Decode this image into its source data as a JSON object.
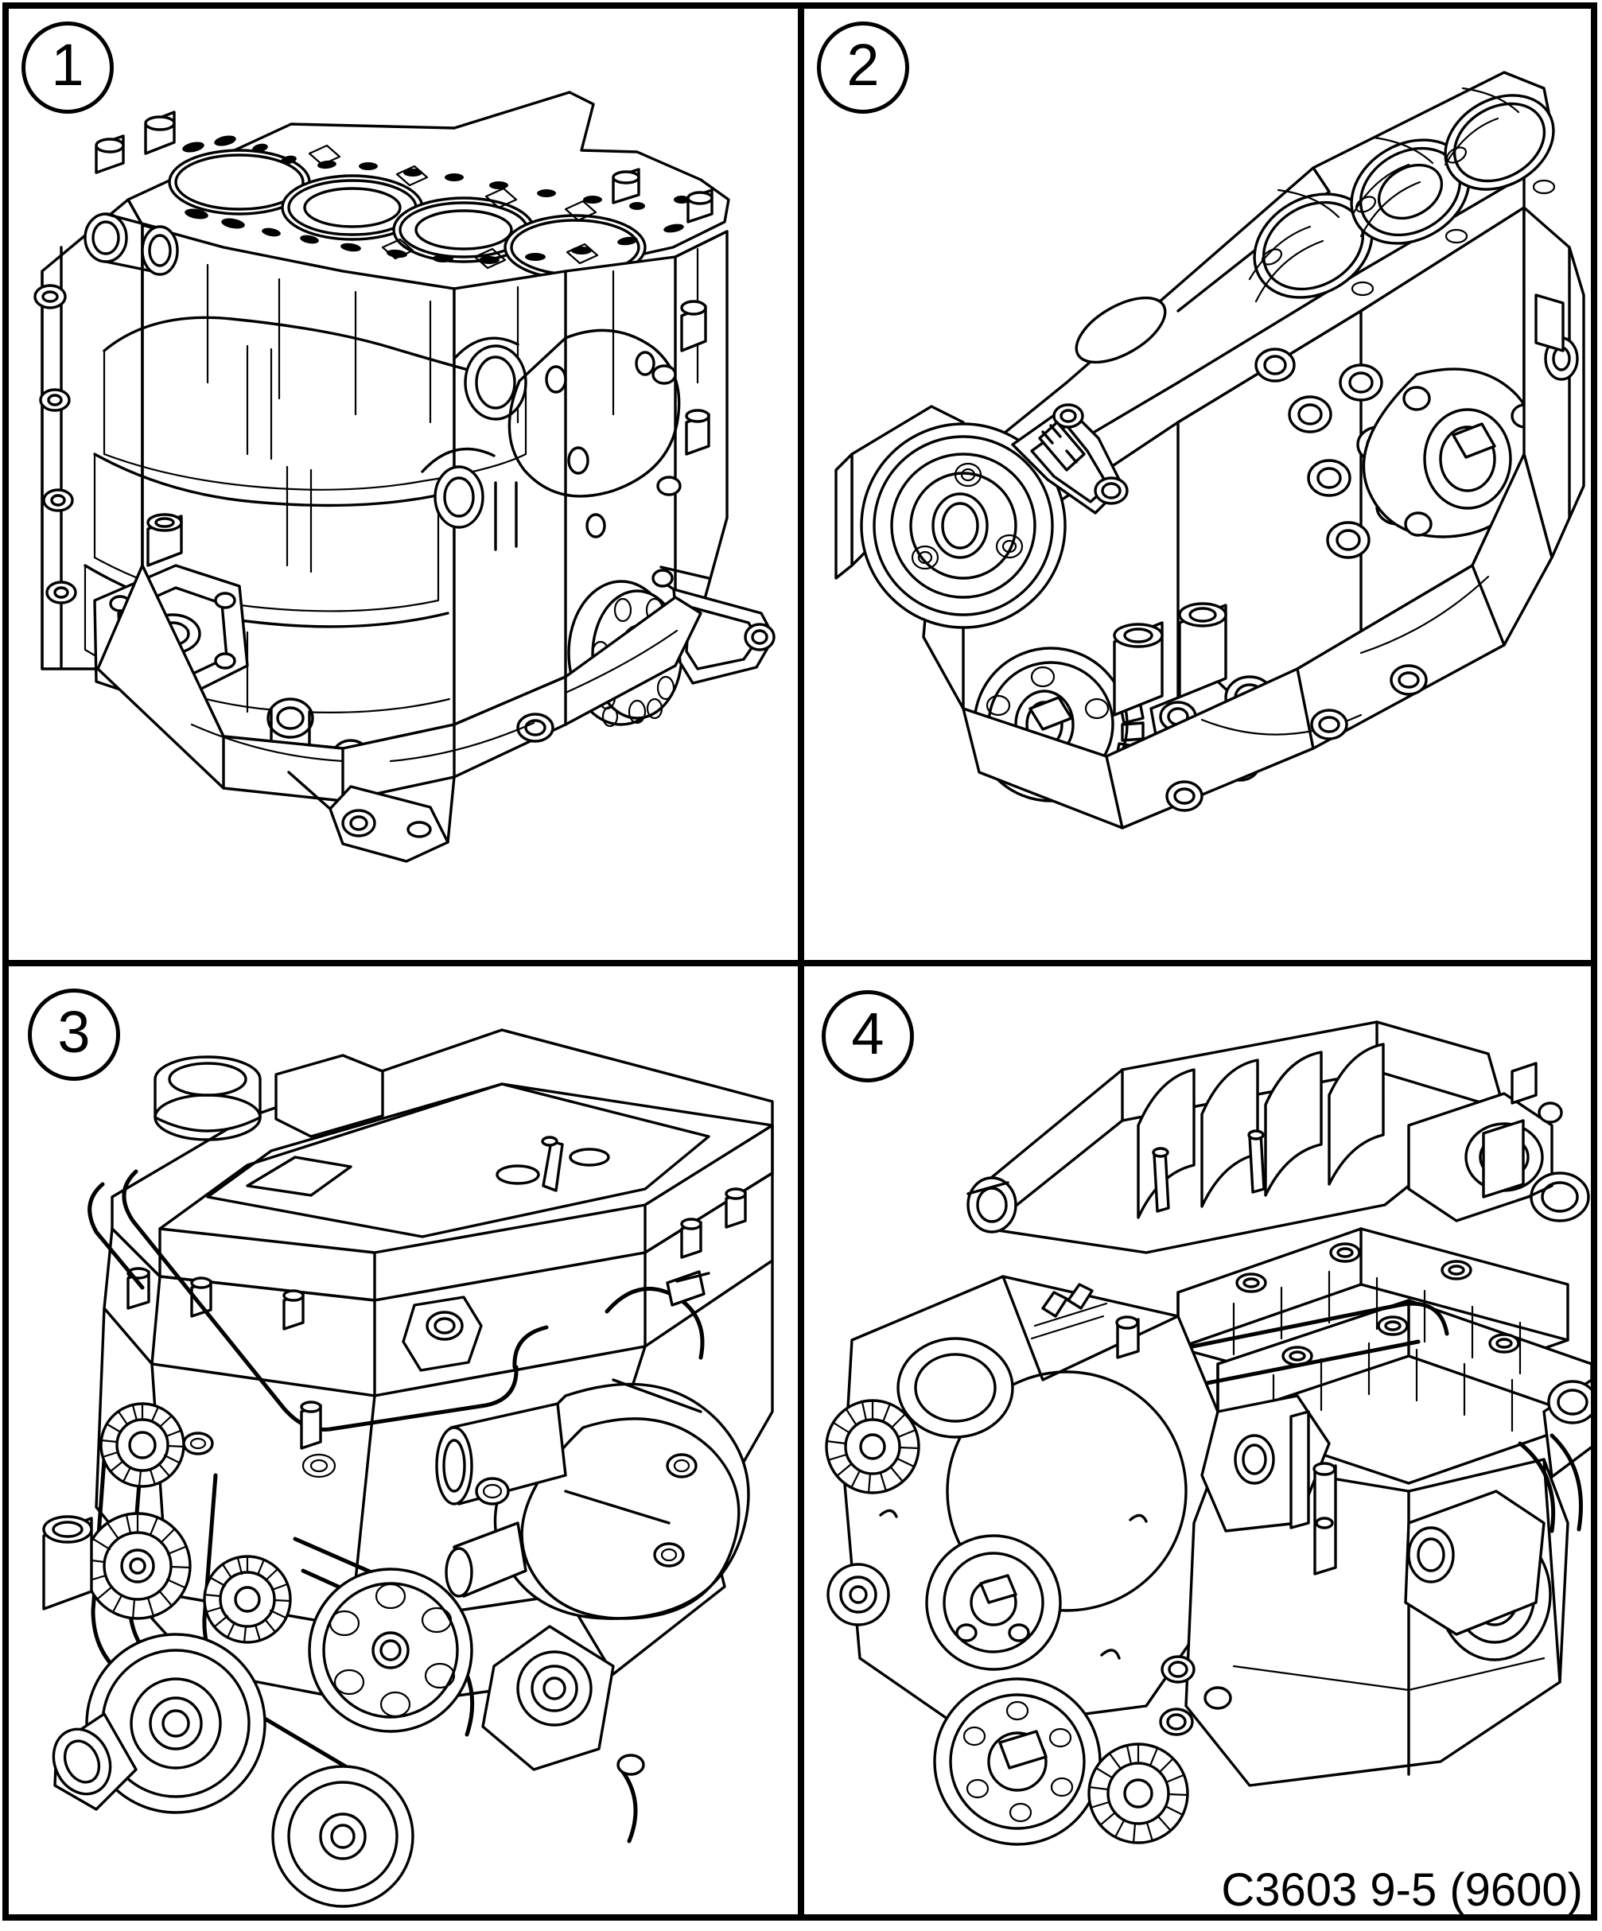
{
  "figure": {
    "caption": "C3603 9-5 (9600)",
    "panel_count": 4,
    "layout": "2x2 grid",
    "style": "black-and-white technical line drawing",
    "background_color": "#ffffff",
    "line_color": "#000000"
  },
  "panels": [
    {
      "number": "1",
      "subject": "cylinder-block-4-cylinder",
      "description": "Bare four-cylinder in-line cylinder block, deck face upward with four bores, coolant and oil gallery holes, crankshaft flange with nine bolt holes at right, mounting bracket"
    },
    {
      "number": "2",
      "subject": "cylinder-block-v6",
      "description": "V6 cylinder block short engine with crankshaft pulley, oil pump drive gear, bore valley and main bearing bolt bosses"
    },
    {
      "number": "3",
      "subject": "complete-engine-4-cylinder",
      "description": "Complete four-cylinder turbo engine with cam cover, accessory drive belt, tensioner and idler pulleys, crank damper, turbocharger and exhaust manifold"
    },
    {
      "number": "4",
      "subject": "complete-engine-v6",
      "description": "Complete V6 engine with intake manifold runners, timing cover, ribbed accessory pulleys, crank damper, and cam covers"
    }
  ]
}
